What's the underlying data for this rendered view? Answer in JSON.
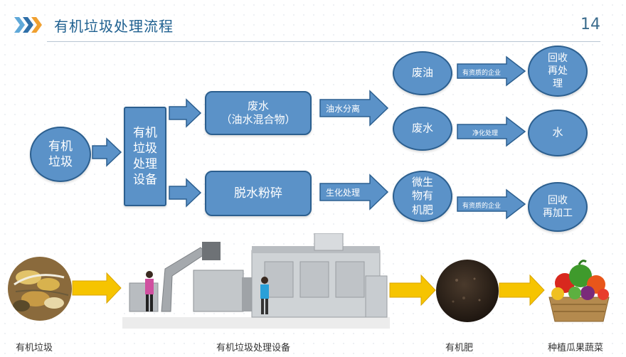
{
  "header": {
    "title": "有机垃圾处理流程",
    "page_number": "14"
  },
  "nodes": {
    "organic_waste": "有机\n垃圾",
    "equipment": "有机\n垃圾\n处理\n设备",
    "wastewater": "废水\n（油水混合物）",
    "dewater_crush": "脱水粉碎",
    "waste_oil": "废油",
    "water_out": "废水",
    "microbial_fertilizer": "微生\n物有\n机肥",
    "recycle_reprocess": "回收\n再处\n理",
    "clean_water": "水",
    "recycle_process": "回收\n再加工"
  },
  "arrow_labels": {
    "oil_water_sep": "油水分离",
    "biochem": "生化处理",
    "qualified_co_1": "有资质的企业",
    "purify": "净化处理",
    "qualified_co_2": "有资质的企业"
  },
  "bottom": {
    "label_waste": "有机垃圾",
    "label_equipment": "有机垃圾处理设备",
    "label_fertilizer": "有机肥",
    "label_vegetables": "种植瓜果蔬菜"
  },
  "colors": {
    "node_fill": "#5b92c8",
    "node_border": "#2c5f8f",
    "arrow_fill": "#5b92c8",
    "yellow_arrow": "#f6c400",
    "title": "#1d5f8f"
  }
}
